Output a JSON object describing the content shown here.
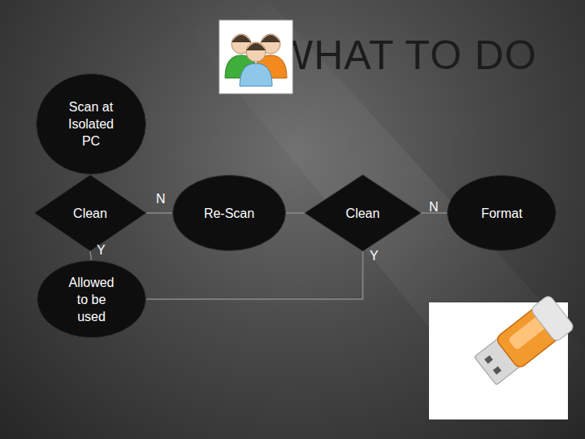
{
  "diagram": {
    "title": "WHAT TO DO",
    "nodes": [
      {
        "text": [
          "Scan at Isolated PC"
        ]
      },
      {
        "text": [
          "Clean"
        ]
      },
      {
        "text": [
          "Re-Scan"
        ]
      },
      {
        "text": [
          "Clean"
        ]
      },
      {
        "text": [
          "Format"
        ]
      },
      {
        "text": [
          "Allowed to be used"
        ]
      }
    ],
    "edges": [
      {
        "from": 0,
        "to": 1,
        "arrow": "none"
      },
      {
        "from": 1,
        "to": 2,
        "label": "N",
        "arrow": "none"
      },
      {
        "from": 1,
        "to": 5,
        "label": "Y",
        "arrow": "none"
      },
      {
        "from": 2,
        "to": 3,
        "arrow": "none"
      },
      {
        "from": 3,
        "to": 4,
        "label": "N",
        "arrow": "none"
      },
      {
        "from": 3,
        "to": 5,
        "label": "Y",
        "arrow": "none"
      }
    ]
  }
}
